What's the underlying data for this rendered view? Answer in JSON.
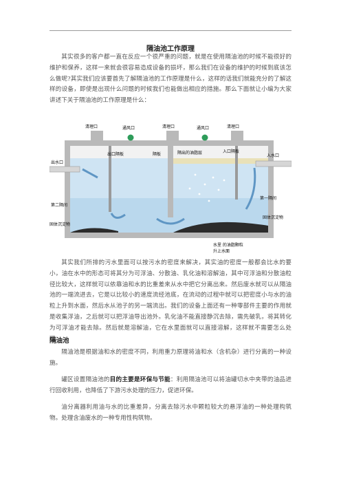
{
  "doc": {
    "title": "隔油池工作原理",
    "intro": "其实很多的客户都一直在反应一个很严重的问题，就是在使用隔油池的时候不能很好的维护和保养，这样一来就会很容易造成设备的损坏，那么我们在设备的维护的时候到底该怎么做呢?其实我们应该要首先了解隔油池的工作原理是什么，这样的话我们就能充分的了解这样的设备，即使是出现什么问题的时候我们也能做出相应的措施。那么下面就让小编为大家讲述下关于隔油池的工作原理是什么：",
    "principle": "其实我们所排的污水里面可以按污水的密度来解决，其实油的密度一般都会比水的要小，油在水中的形态可将其分为可浮油、分散油、乳化油和溶解油，其中可浮油和分散油粒径比较大，这样就可以依靠油和水的比重差来从水中把它分离出来。然后废水就可以从隔油池的一端流进去，它是以比较小的速度流经池底，在流动的过程中就可以把密度小与水的油粒上升到水面，然后水从池子的另一端流出。我们的设备上面还有一种零部件主要的作用就是收集浮油，之后就可以把浮油导出池外。乳化油不能直接静沉去除，需先破乳，将其转化为可浮油才能去除。然后就是溶解油，它在水里面就可以直接溶解，这样就不需要怎么处理。",
    "section_heading": "隔油池",
    "definition": "隔油池是根据油和水的密度不同，利用重力原理将油和水（含机杂）进行分离的一种设施。",
    "purpose_prefix": "罐区设置隔油池的",
    "purpose_bold": "目的主要是环保与节能",
    "purpose_suffix": "：利用隔油池可以将油罐切水中夹带的油品进行回收利用，也降低了下游污水处理的压力，促进环保。",
    "separator": "油分离器利用油与水的比重差异，分离去除污水中颗粒较大的悬浮油的一种处理构筑物。处理含油废水的一种专用性构筑物。"
  },
  "diagram": {
    "labels": {
      "cleanout1": "清理口",
      "vent1": "通风口",
      "cleanout2": "清理口",
      "vent2": "通风口",
      "cleanout3": "清理口",
      "outlet": "出水口",
      "outlet_baffle": "出口隔板",
      "partition": "隔板",
      "grease_layer": "隔出的油脂层",
      "inlet_baffle": "入口隔板",
      "inlet": "入水口",
      "chamber2": "第二隔间",
      "chamber1": "第一隔间",
      "solids_left": "固体沉淀物",
      "solids_right": "固体沉淀物",
      "water_note1": "水里 的油脂颗粒",
      "water_note2": "升上水面"
    },
    "colors": {
      "wall": "#b9b9b9",
      "water": "#cfe4f3",
      "water_deep": "#a9cde7",
      "sludge": "#2b2b2b",
      "vent": "#2e9c5a",
      "arrow": "#5f96c4"
    }
  }
}
